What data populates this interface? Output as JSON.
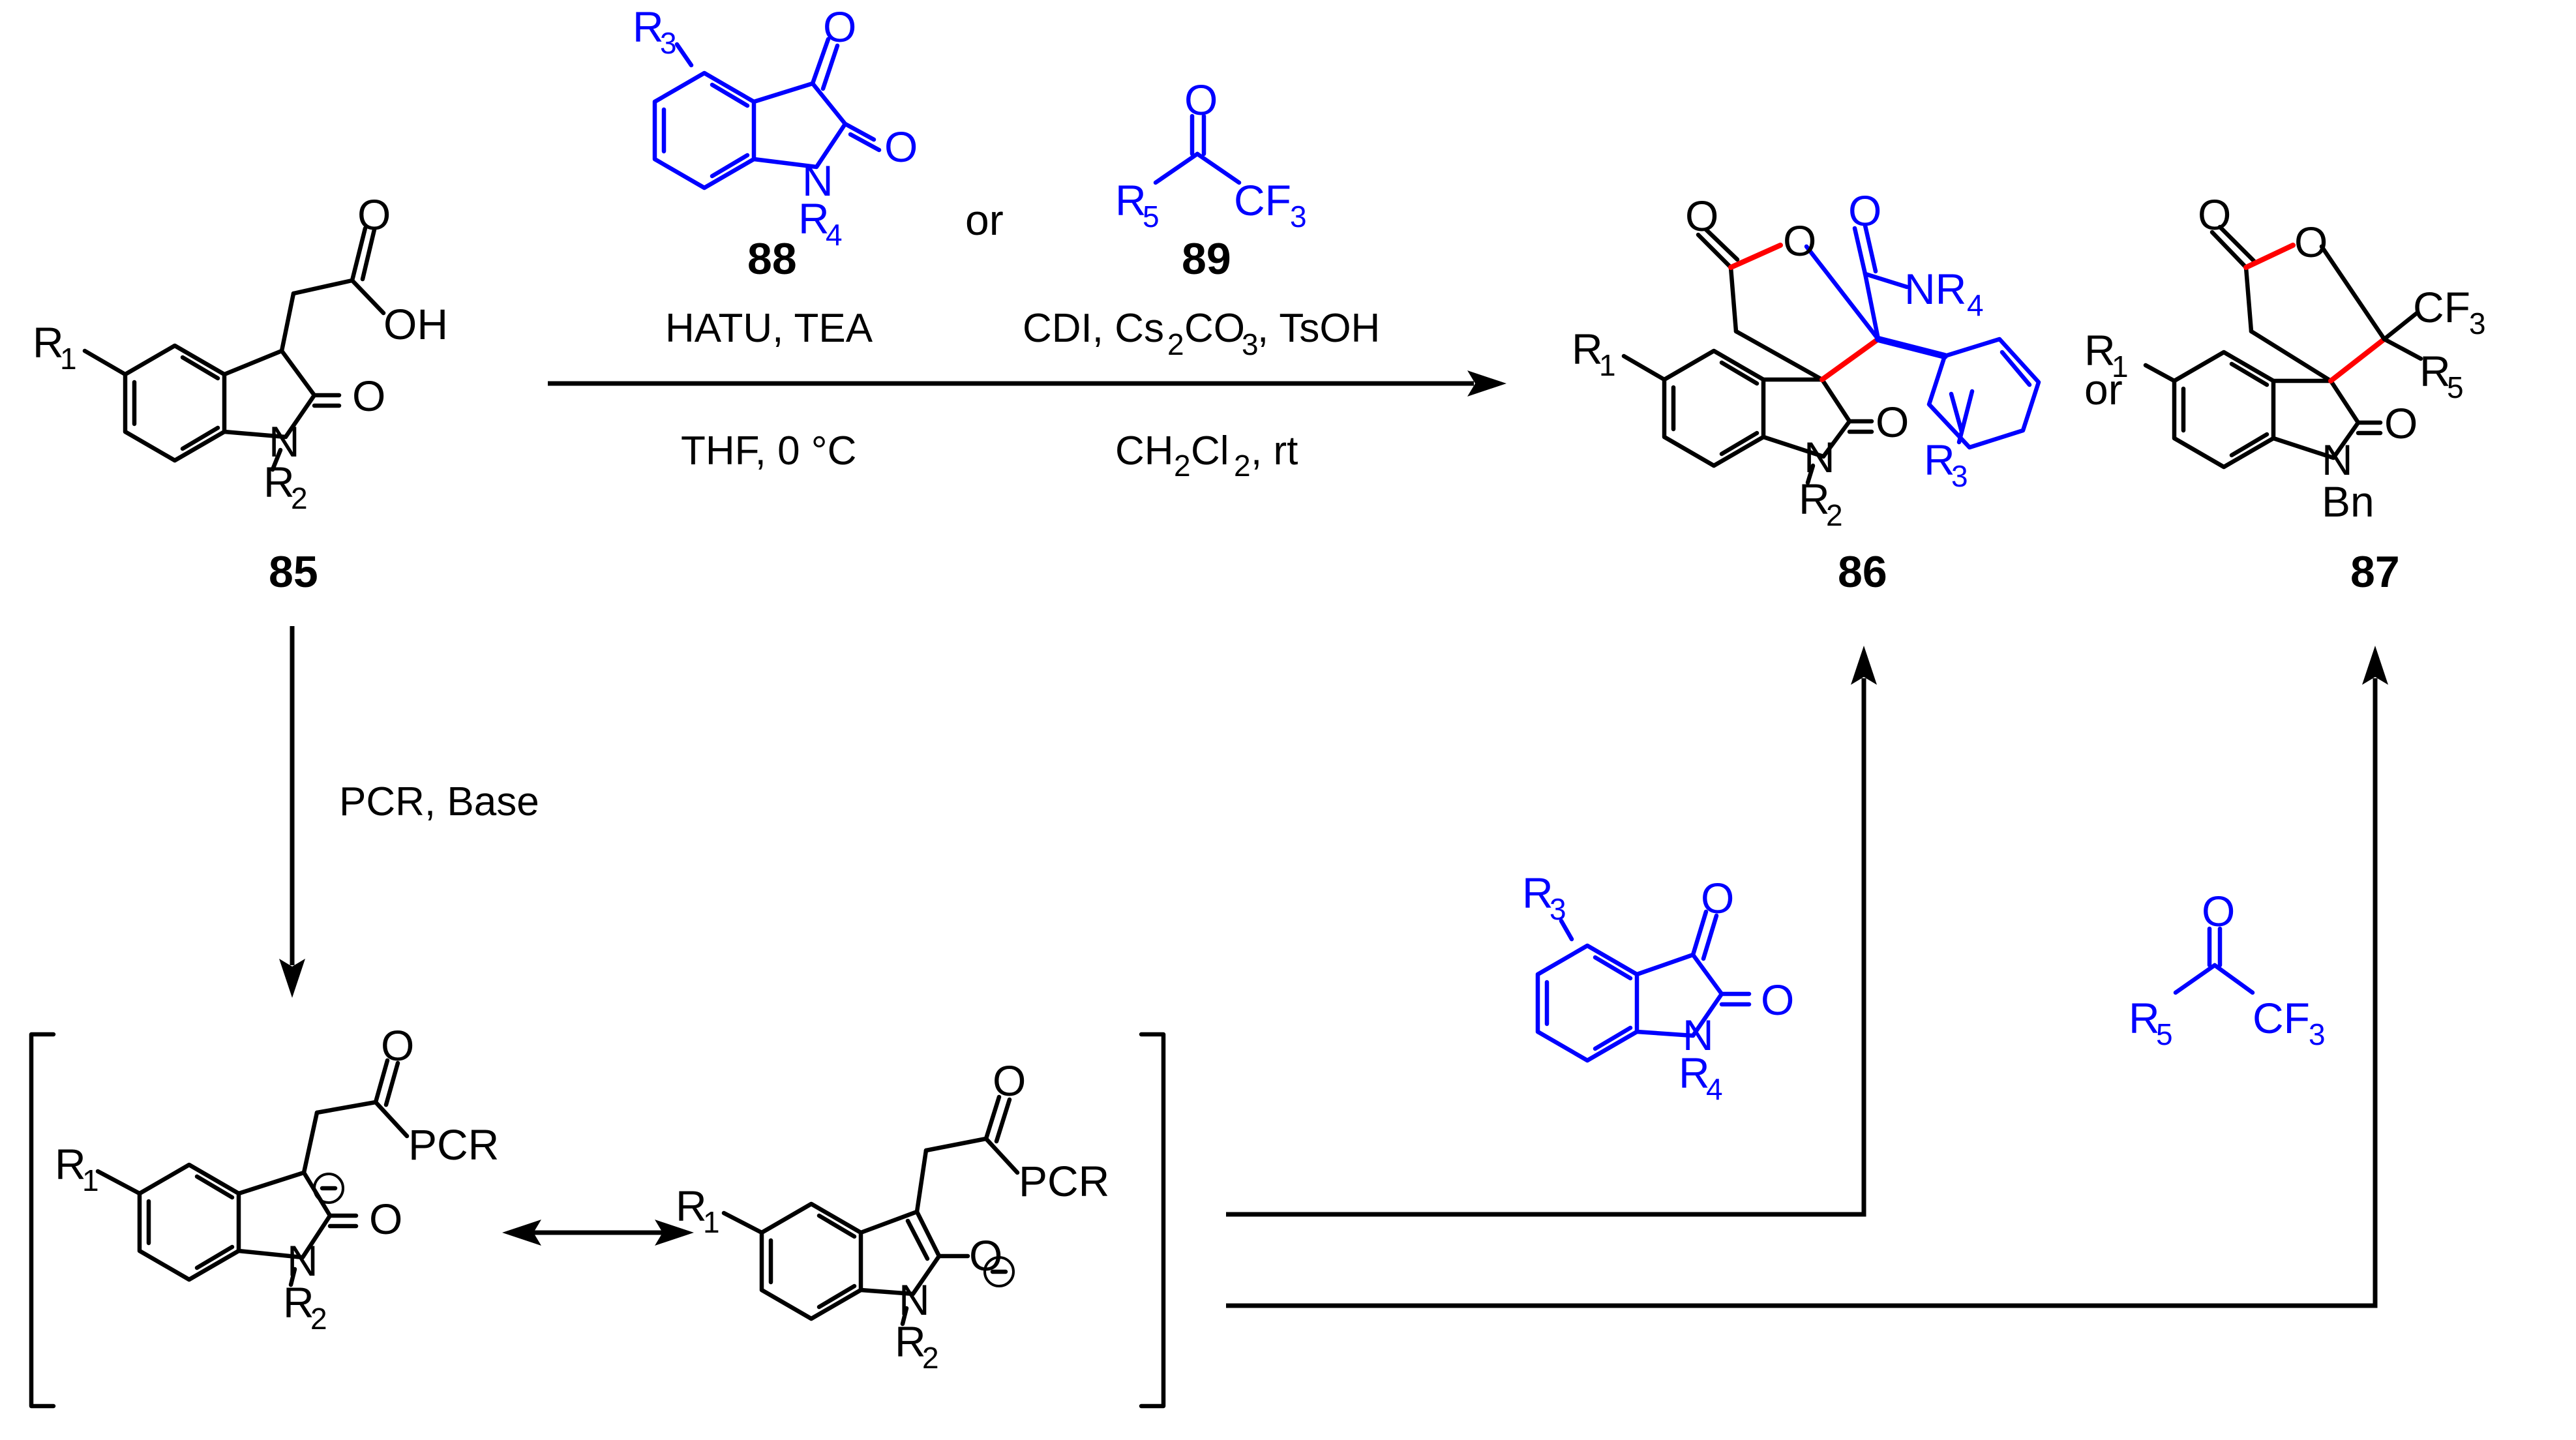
{
  "compounds": {
    "c85": {
      "label": "85",
      "r1": "R",
      "r1_sub": "1",
      "r2": "R",
      "r2_sub": "2",
      "n": "N",
      "o": "O",
      "oh": "OH"
    },
    "c86": {
      "label": "86",
      "r1": "R",
      "r1_sub": "1",
      "r2": "R",
      "r2_sub": "2",
      "n": "N",
      "o": "O",
      "nr4": "NR",
      "nr4_sub": "4",
      "r3": "R",
      "r3_sub": "3"
    },
    "c87": {
      "label": "87",
      "r1": "R",
      "r1_sub": "1",
      "n": "N",
      "o": "O",
      "bn": "Bn",
      "cf3": "CF",
      "cf3_sub": "3",
      "r5": "R",
      "r5_sub": "5"
    },
    "c88": {
      "label": "88",
      "r3": "R",
      "r3_sub": "3",
      "r4": "R",
      "r4_sub": "4",
      "n": "N",
      "o": "O"
    },
    "c89": {
      "label": "89",
      "r5": "R",
      "r5_sub": "5",
      "cf3": "CF",
      "cf3_sub": "3",
      "o": "O"
    },
    "or_word": "or"
  },
  "conditions": {
    "top_left_line1": "HATU, TEA",
    "top_left_line2": "THF, 0 °C",
    "top_right_line1_a": "CDI, Cs",
    "top_right_line1_sub": "2",
    "top_right_line1_b": "CO",
    "top_right_line1_sub2": "3",
    "top_right_line1_c": ", TsOH",
    "top_right_line2_a": "CH",
    "top_right_line2_sub": "2",
    "top_right_line2_b": "Cl",
    "top_right_line2_sub2": "2",
    "top_right_line2_c": ", rt",
    "down_arrow": "PCR, Base"
  },
  "intermediates": {
    "enolate_a": {
      "r1": "R",
      "r1_sub": "1",
      "r2": "R",
      "r2_sub": "2",
      "n": "N",
      "o": "O",
      "pcr": "PCR",
      "minus": "−"
    },
    "enolate_b": {
      "r1": "R",
      "r1_sub": "1",
      "r2": "R",
      "r2_sub": "2",
      "n": "N",
      "o": "O",
      "pcr": "PCR",
      "minus": "−"
    }
  },
  "colors": {
    "reagent": "#0000ff",
    "new_bond": "#ff0000",
    "structure": "#000000"
  }
}
